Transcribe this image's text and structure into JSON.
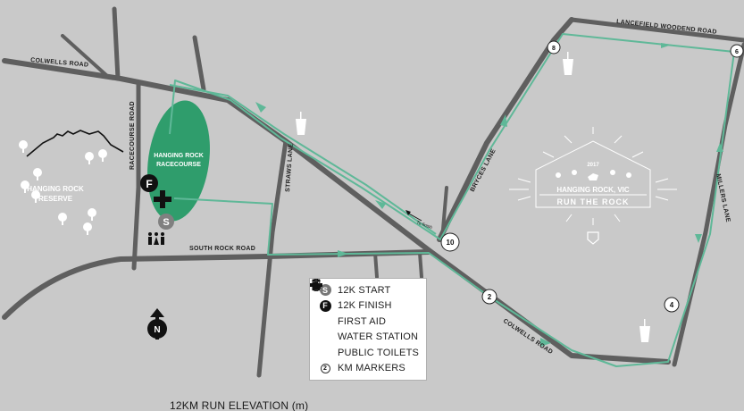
{
  "roads": {
    "colwells_road_nw": "COLWELLS ROAD",
    "racecourse_road": "RACECOURSE ROAD",
    "south_rock_road": "SOUTH ROCK ROAD",
    "straws_lane": "STRAWS LANE",
    "bryces_lane": "BRYCES LANE",
    "lancefield_woodend_road": "LANCEFIELD WOODEND ROAD",
    "millers_lane": "MILLERS LANE",
    "colwells_road_se": "COLWELLS ROAD",
    "to_finish": "To finish"
  },
  "places": {
    "reserve": [
      "HANGING ROCK",
      "RESERVE"
    ],
    "racecourse": [
      "HANGING ROCK",
      "RACECOURSE"
    ]
  },
  "markers": {
    "start": "S",
    "finish": "F",
    "north": "N"
  },
  "km_markers": [
    "2",
    "4",
    "6",
    "8",
    "10"
  ],
  "logo": {
    "year": "2017",
    "place": "HANGING ROCK, VIC",
    "name": "RUN THE ROCK"
  },
  "legend": [
    {
      "icon": "start-icon",
      "glyph": "S",
      "label": "12K START"
    },
    {
      "icon": "finish-icon",
      "glyph": "F",
      "label": "12K FINISH"
    },
    {
      "icon": "first-aid-icon",
      "glyph": "",
      "label": "FIRST AID"
    },
    {
      "icon": "water-station-icon",
      "glyph": "",
      "label": "WATER STATION"
    },
    {
      "icon": "public-toilets-icon",
      "glyph": "",
      "label": "PUBLIC TOILETS"
    },
    {
      "icon": "km-marker-icon",
      "glyph": "2",
      "label": "KM MARKERS"
    }
  ],
  "elevation_title": "12KM RUN ELEVATION (m)",
  "colors": {
    "background": "#c9c9c9",
    "road": "#5f5f5f",
    "route": "#5fb898",
    "racecourse": "#2f9d6c",
    "white": "#ffffff"
  }
}
